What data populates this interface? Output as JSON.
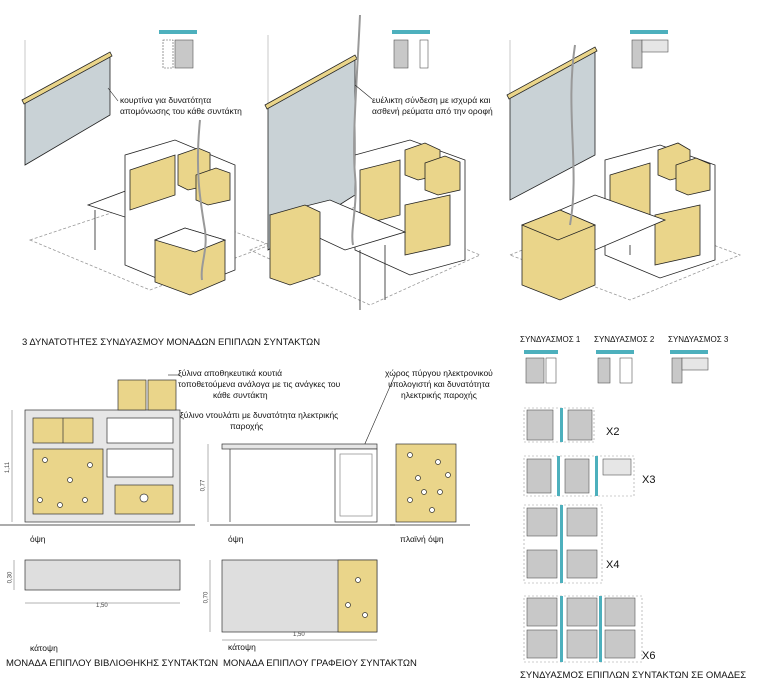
{
  "notes": {
    "curtain": [
      "κουρτίνα για δυνατότητα",
      "απομόνωσης του κάθε συντάκτη"
    ],
    "cable": [
      "ευέλικτη σύνδεση με ισχυρά και",
      "ασθενή ρεύματα από την οροφή"
    ],
    "boxes": [
      "ξύλινα αποθηκευτικά κουτιά",
      "τοποθετούμενα ανάλογα με τις ανάγκες του",
      "κάθε συντάκτη"
    ],
    "drawer": [
      "ξύλινο ντουλάπι με δυνατότητα ηλεκτρικής",
      "παροχής"
    ],
    "tower": [
      "χώρος πύργου ηλεκτρονικού",
      "υπολογιστή και δυνατότητα",
      "ηλεκτρικής παροχής"
    ]
  },
  "main_title": "3 ΔΥΝΑΤΟΤΗΤΕΣ ΣΥΝΔΥΑΣΜΟΥ ΜΟΝΑΔΩΝ ΕΠΙΠΛΩΝ ΣΥΝΤΑΚΤΩΝ",
  "combos": [
    "ΣΥΝΔΥΑΣΜΟΣ 1",
    "ΣΥΝΔΥΑΣΜΟΣ 2",
    "ΣΥΝΔΥΑΣΜΟΣ 3"
  ],
  "multipliers": [
    "X2",
    "X3",
    "X4",
    "X6"
  ],
  "views": {
    "front_left": "όψη",
    "front_mid": "όψη",
    "side": "πλαϊνή όψη",
    "plan_left": "κάτοψη",
    "plan_mid": "κάτοψη"
  },
  "dimensions": {
    "bookcase_height": "1,11",
    "desk_height": "0,77",
    "bookcase_depth": "0,30",
    "bookcase_width": "1,50",
    "desk_depth": "0,70",
    "desk_width": "1,50"
  },
  "captions": {
    "bookcase": "ΜΟΝΑΔΑ ΕΠΙΠΛΟΥ ΒΙΒΛΙΟΘΗΚΗΣ ΣΥΝΤΑΚΤΩΝ",
    "desk": "ΜΟΝΑΔΑ ΕΠΙΠΛΟΥ ΓΡΑΦΕΙΟΥ ΣΥΝΤΑΚΤΩΝ",
    "groups": "ΣΥΝΔΥΑΣΜΟΣ ΕΠΙΠΛΩΝ ΣΥΝΤΑΚΤΩΝ ΣΕ ΟΜΑΔΕΣ"
  },
  "colors": {
    "wood": "#ead58a",
    "curtain": "#c9d2d6",
    "grey": "#c8c8c8",
    "accent": "#4db0bd",
    "line": "#222222"
  }
}
